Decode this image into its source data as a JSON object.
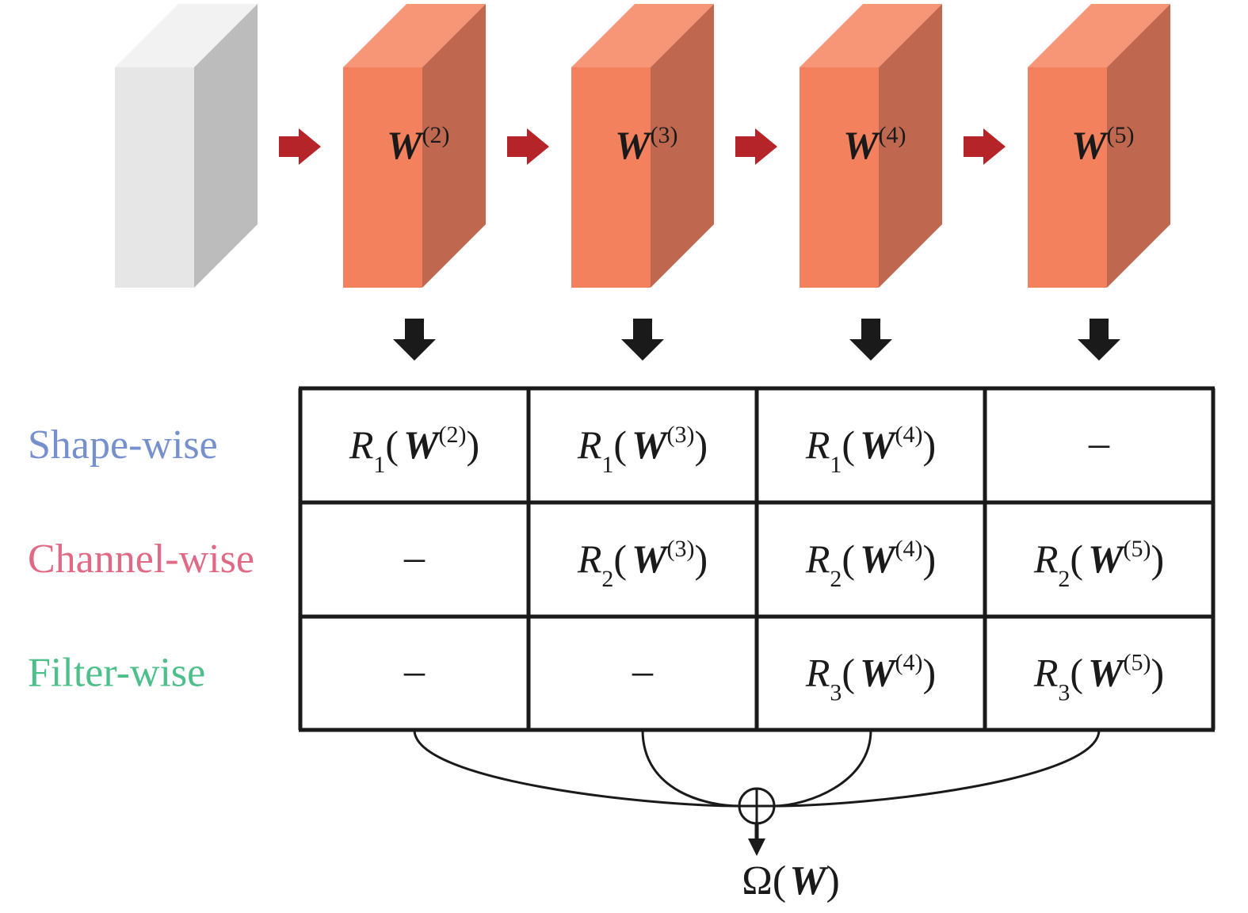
{
  "colors": {
    "input_front": "#e6e6e6",
    "input_side": "#bdbcbc",
    "input_top": "#f2f2f2",
    "layer_front": "#f4815e",
    "layer_side": "#c0684f",
    "layer_top": "#f69677",
    "red_arrow": "#b42429",
    "black": "#1a1a1a",
    "shape_wise": "#7590cc",
    "channel_wise": "#e06a86",
    "filter_wise": "#4dbf8a"
  },
  "layers": [
    {
      "base": "W",
      "sup": "(2)"
    },
    {
      "base": "W",
      "sup": "(3)"
    },
    {
      "base": "W",
      "sup": "(4)"
    },
    {
      "base": "W",
      "sup": "(5)"
    }
  ],
  "rows": [
    {
      "label": "Shape-wise",
      "color_key": "shape_wise",
      "cells": [
        {
          "r": "R",
          "sub": "1",
          "w": "W",
          "sup": "(2)"
        },
        {
          "r": "R",
          "sub": "1",
          "w": "W",
          "sup": "(3)"
        },
        {
          "r": "R",
          "sub": "1",
          "w": "W",
          "sup": "(4)"
        },
        {
          "dash": "–"
        }
      ]
    },
    {
      "label": "Channel-wise",
      "color_key": "channel_wise",
      "cells": [
        {
          "dash": "–"
        },
        {
          "r": "R",
          "sub": "2",
          "w": "W",
          "sup": "(3)"
        },
        {
          "r": "R",
          "sub": "2",
          "w": "W",
          "sup": "(4)"
        },
        {
          "r": "R",
          "sub": "2",
          "w": "W",
          "sup": "(5)"
        }
      ]
    },
    {
      "label": "Filter-wise",
      "color_key": "filter_wise",
      "cells": [
        {
          "dash": "–"
        },
        {
          "dash": "–"
        },
        {
          "r": "R",
          "sub": "3",
          "w": "W",
          "sup": "(4)"
        },
        {
          "r": "R",
          "sub": "3",
          "w": "W",
          "sup": "(5)"
        }
      ]
    }
  ],
  "output": {
    "omega": "Ω",
    "open": "(",
    "w": "W",
    "close": ")"
  },
  "sum_symbol": "⊕"
}
